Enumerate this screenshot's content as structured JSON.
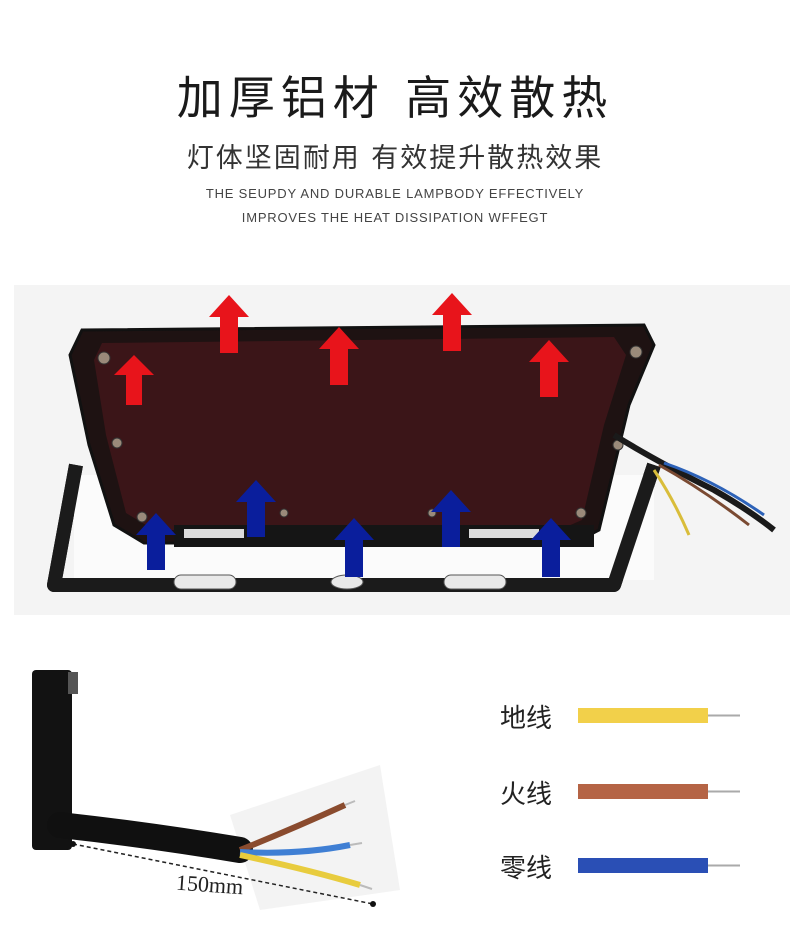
{
  "header": {
    "title": "加厚铝材 高效散热",
    "subtitle": "灯体坚固耐用 有效提升散热效果",
    "en_line1": "THE SEUPDY AND DURABLE LAMPBODY EFFECTIVELY",
    "en_line2": "IMPROVES THE HEAT DISSIPATION WFFEGT"
  },
  "arrows": {
    "hot_color": "#e8141b",
    "cold_color": "#0a1e9c"
  },
  "cable": {
    "length_label": "150mm"
  },
  "legend": [
    {
      "label": "地线",
      "color": "#f2d04a"
    },
    {
      "label": "火线",
      "color": "#b56445"
    },
    {
      "label": "零线",
      "color": "#2a4fb5"
    }
  ]
}
